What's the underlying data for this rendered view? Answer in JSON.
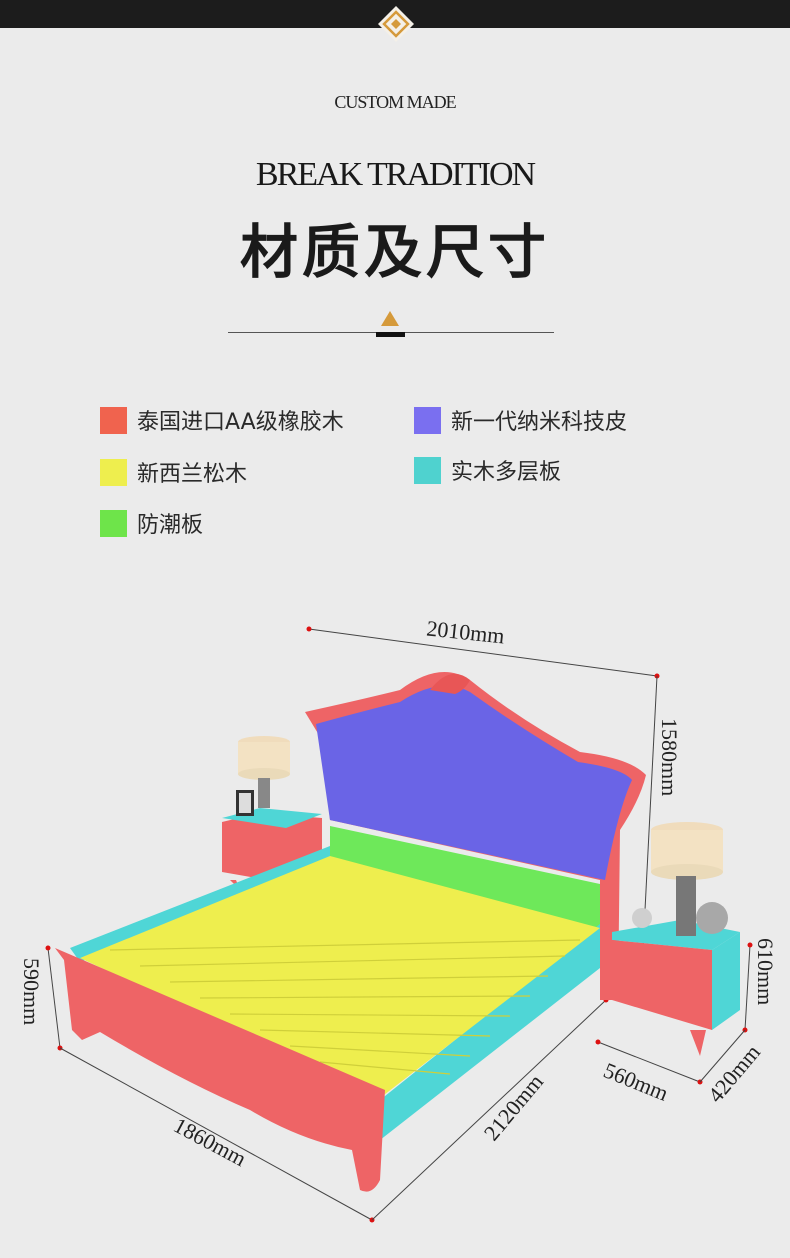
{
  "header": {
    "tagline": "CUSTOM MADE",
    "headline": "BREAK TRADITION",
    "title": "材质及尺寸"
  },
  "colors": {
    "top_bar": "#1c1c1c",
    "accent_gold": "#d59a3b",
    "frame_red": "#ee6466",
    "headboard_purple": "#6a64e6",
    "slats_yellow": "#eeee4e",
    "board_green": "#6ee85a",
    "plywood_cyan": "#4fd6d6"
  },
  "legend": [
    {
      "label": "泰国进口AA级橡胶木",
      "color": "#f0634e",
      "icon": "red-swatch"
    },
    {
      "label": "新一代纳米科技皮",
      "color": "#7a6ff0",
      "icon": "purple-swatch"
    },
    {
      "label": "新西兰松木",
      "color": "#eeee4e",
      "icon": "yellow-swatch"
    },
    {
      "label": "实木多层板",
      "color": "#4fd2cf",
      "icon": "cyan-swatch"
    },
    {
      "label": "防潮板",
      "color": "#6ee44a",
      "icon": "green-swatch"
    }
  ],
  "dimensions": {
    "bed_length": "2010mm",
    "headboard_height": "1580mm",
    "footboard_height": "590mm",
    "bed_width": "1860mm",
    "rail_length": "2120mm",
    "nightstand_height": "610mm",
    "nightstand_width": "560mm",
    "nightstand_depth": "420mm"
  }
}
